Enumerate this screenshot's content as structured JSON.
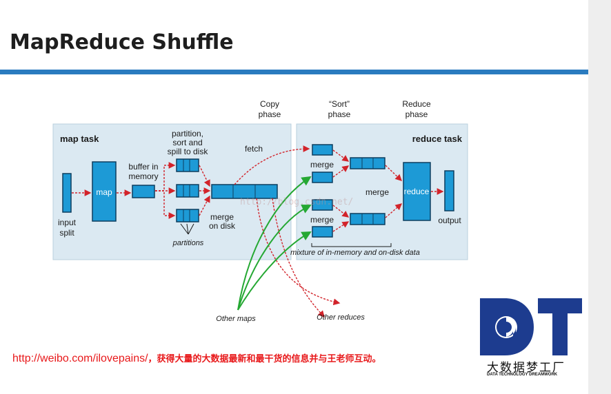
{
  "slide": {
    "title": "MapReduce Shuffle"
  },
  "diagram": {
    "phases": {
      "copy": [
        "Copy",
        "phase"
      ],
      "sort": [
        "“Sort”",
        "phase"
      ],
      "reduce": [
        "Reduce",
        "phase"
      ]
    },
    "map_task": {
      "title": "map task",
      "input": [
        "input",
        "split"
      ],
      "map": "map",
      "buffer": [
        "buffer in",
        "memory"
      ],
      "partition": [
        "partition,",
        "sort and",
        "spill to disk"
      ],
      "partitions": "partitions",
      "merge": [
        "merge",
        "on disk"
      ],
      "fetch": "fetch"
    },
    "reduce_task": {
      "title": "reduce task",
      "merge": "merge",
      "merge_right": "merge",
      "reduce": "reduce",
      "output": "output",
      "mixture": "mixture of in-memory and on-disk data"
    },
    "other_maps": "Other maps",
    "other_reduces": "Other reduces",
    "watermark": "http://blog.csdn.net/"
  },
  "footer": {
    "url": "http://weibo.com/ilovepains/",
    "note": "，获得大量的大数据最新和最干货的信息并与王老师互动。"
  },
  "logo": {
    "letters": [
      "D",
      "T"
    ],
    "caption_cn": "大数据梦工厂",
    "caption_en": "DATA TECHNOLOGY DREAMWORK"
  },
  "colors": {
    "accent": "#2a7bbf",
    "box": "#1d9ad6",
    "panel": "#dbe9f2",
    "red": "#d2232a",
    "green": "#25a833",
    "logo_blue": "#1d3c8f"
  }
}
